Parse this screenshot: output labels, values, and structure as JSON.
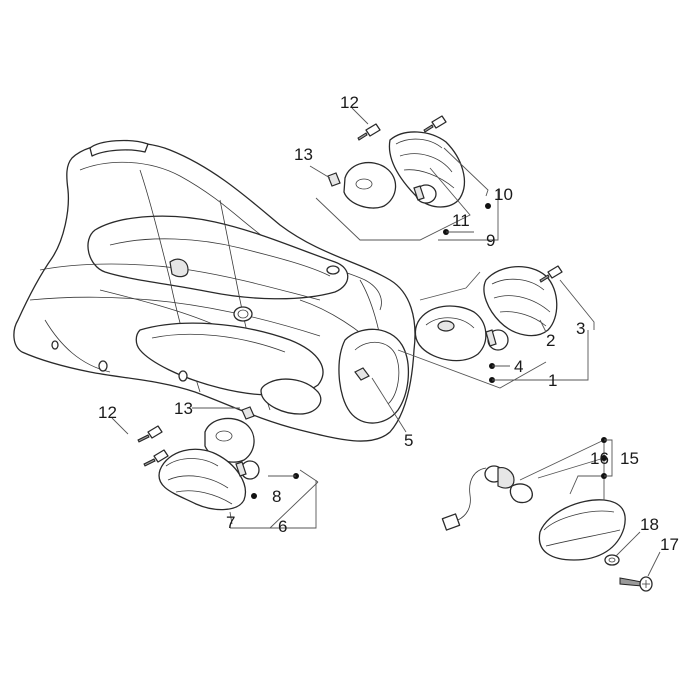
{
  "callouts": {
    "c1": "1",
    "c2": "2",
    "c3": "3",
    "c4": "4",
    "c5": "5",
    "c6": "6",
    "c7": "7",
    "c8": "8",
    "c9": "9",
    "c10": "10",
    "c11": "11",
    "c12_top": "12",
    "c12_left": "12",
    "c13_top": "13",
    "c13_left": "13",
    "c15": "15",
    "c16": "16",
    "c17": "17",
    "c18": "18"
  },
  "colors": {
    "line": "#2a2a2a",
    "background": "#ffffff"
  }
}
